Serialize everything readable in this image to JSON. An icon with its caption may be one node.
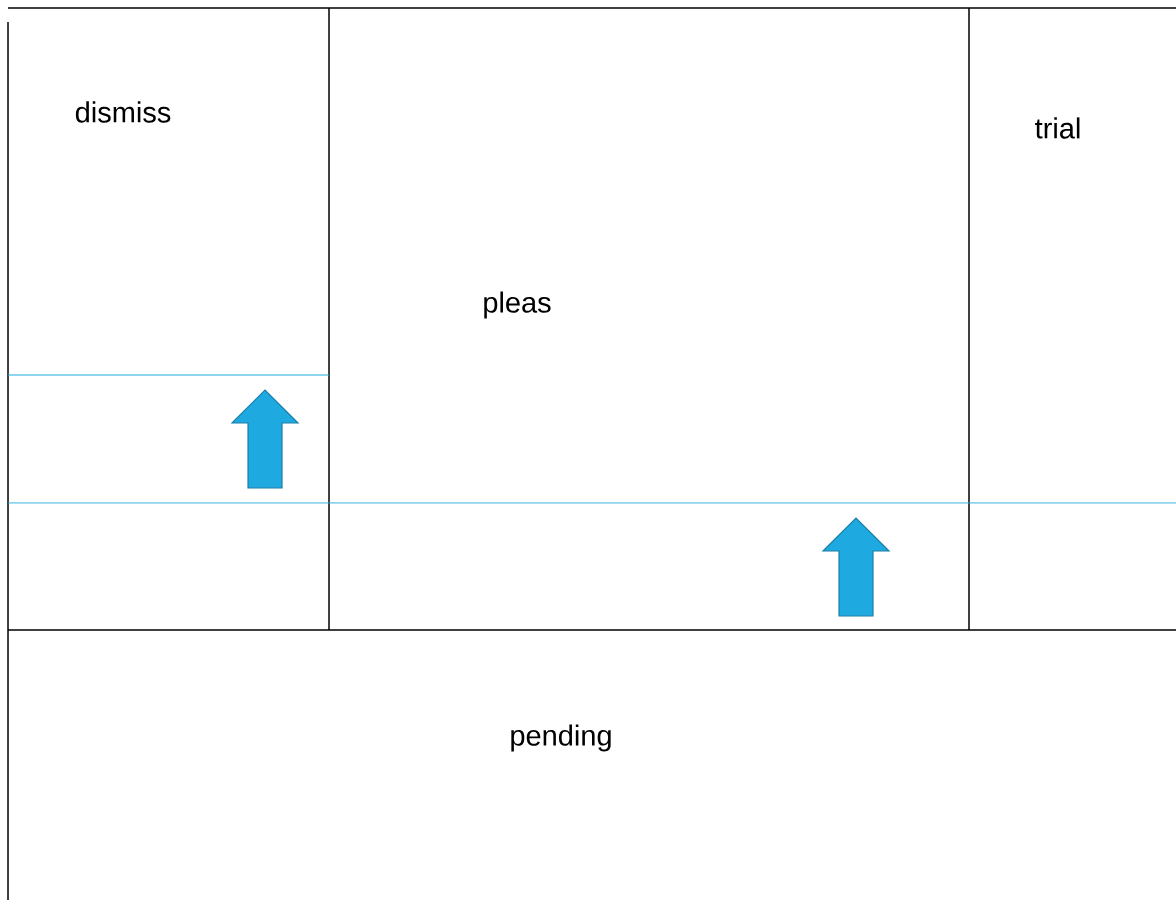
{
  "diagram": {
    "nodes": [
      {
        "text": [
          "dismiss"
        ]
      },
      {
        "text": [
          "pleas"
        ]
      },
      {
        "text": [
          "trial"
        ]
      },
      {
        "text": [
          "pending"
        ]
      }
    ]
  }
}
